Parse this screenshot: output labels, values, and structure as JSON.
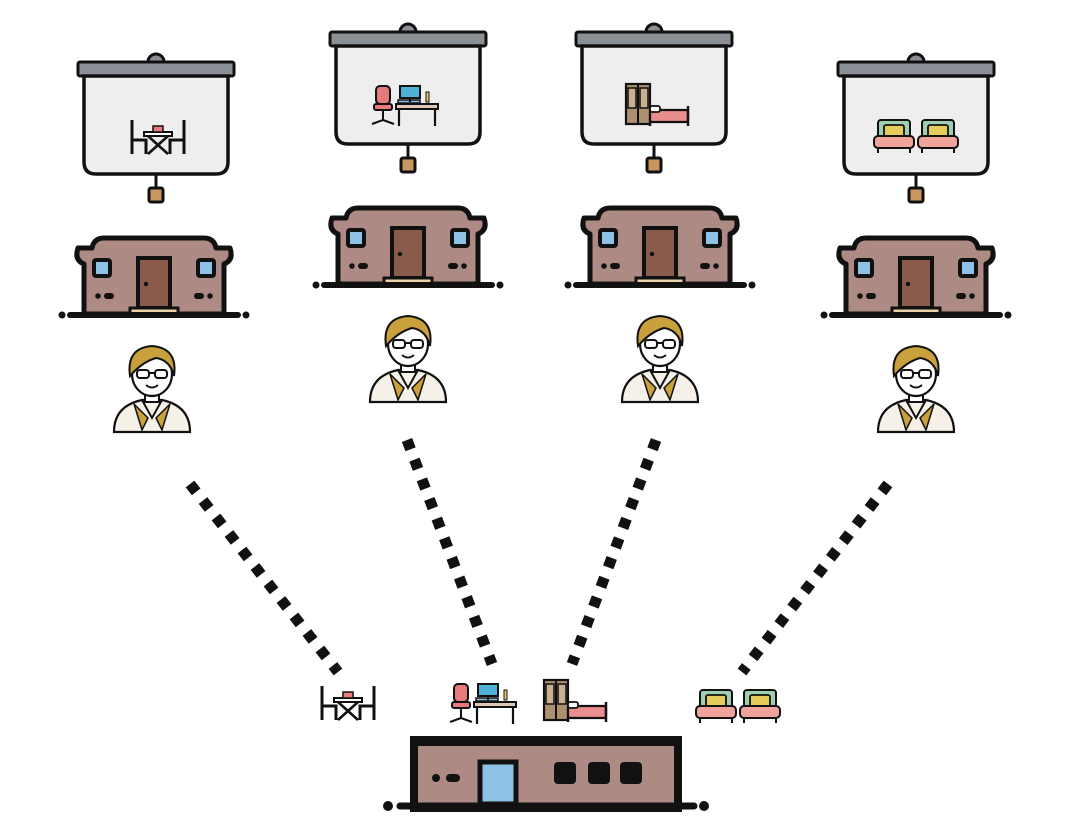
{
  "diagram": {
    "type": "distributed-furniture-network",
    "branches": [
      {
        "id": "dining",
        "furniture": "dining-table-with-chairs-icon",
        "house": "house-icon",
        "person": "person-with-glasses-icon"
      },
      {
        "id": "office",
        "furniture": "office-chair-and-desk-icon",
        "house": "house-icon",
        "person": "person-with-glasses-icon"
      },
      {
        "id": "bedroom",
        "furniture": "wardrobe-and-bed-icon",
        "house": "house-icon",
        "person": "person-with-glasses-icon"
      },
      {
        "id": "living",
        "furniture": "armchairs-icon",
        "house": "house-icon",
        "person": "person-with-glasses-icon"
      }
    ],
    "hub": "central-building-icon",
    "connector": "dotted-line"
  },
  "colors": {
    "outline": "#111111",
    "house_wall": "#ad8a84",
    "house_door": "#8a5a4a",
    "window": "#8fc3e6",
    "board": "#eeeeee",
    "board_bar": "#8a8f96",
    "hair": "#c8a03c",
    "chair_red": "#e77b7b",
    "monitor_blue": "#4fb0d8",
    "bed_pink": "#e88e8e",
    "armchair_green": "#9dcfb0",
    "armchair_yellow": "#e6cc5a",
    "armchair_pink": "#f0a39a"
  }
}
